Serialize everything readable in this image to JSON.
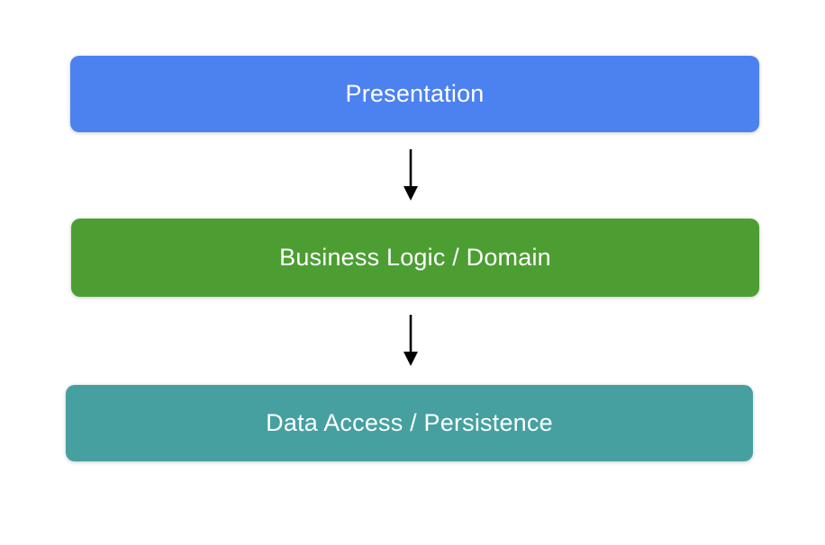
{
  "diagram": {
    "background_color": "#ffffff",
    "arrow_color": "#000000",
    "layers": [
      {
        "id": "presentation",
        "label": "Presentation",
        "fill_color": "#4C81F0",
        "text_color": "#ffffff"
      },
      {
        "id": "business-logic-domain",
        "label": "Business Logic / Domain",
        "fill_color": "#4C9E33",
        "text_color": "#ffffff"
      },
      {
        "id": "data-access-persistence",
        "label": "Data Access / Persistence",
        "fill_color": "#46A0A0",
        "text_color": "#ffffff"
      }
    ],
    "connections": [
      {
        "from": "presentation",
        "to": "business-logic-domain",
        "direction": "down"
      },
      {
        "from": "business-logic-domain",
        "to": "data-access-persistence",
        "direction": "down"
      }
    ]
  }
}
